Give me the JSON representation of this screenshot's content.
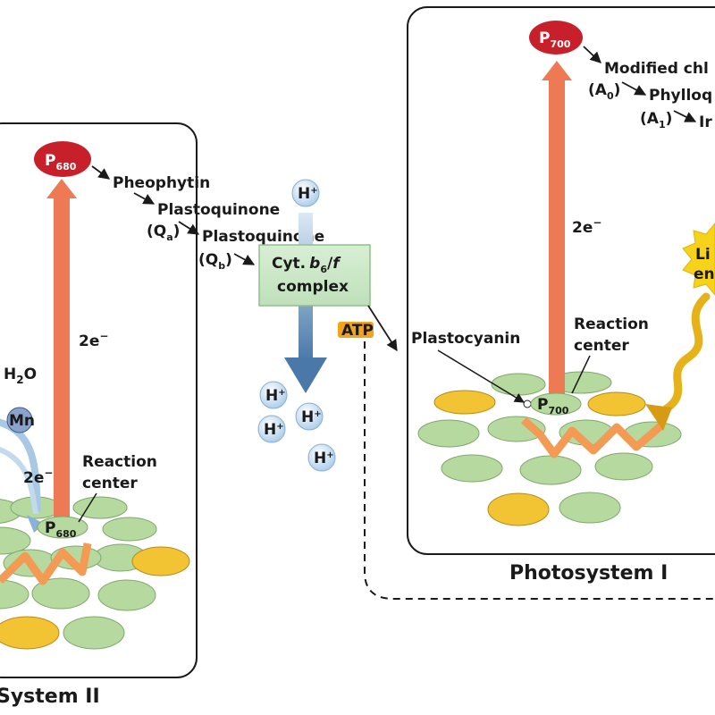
{
  "colors": {
    "p_center": "#c8202a",
    "electron_arrow": "#ee7a55",
    "chlorophyll_green": "#b6d9a0",
    "carotenoid_yellow": "#f2c433",
    "cytb6f_box": "#cde8c8",
    "proton": "#cfe3f5",
    "atp_badge": "#f3a21c",
    "light_burst": "#f6d21a"
  },
  "psii": {
    "p680_main": "P",
    "p680_main_sub": "680",
    "pheophytin": "Pheophytin",
    "plastoquinone_a": "Plastoquinone",
    "qa": "(Q",
    "qa_sub": "a",
    "qa_close": ")",
    "plastoquinone_b": "Plastoquinone",
    "qb": "(Q",
    "qb_sub": "b",
    "qb_close": ")",
    "two_e_main": "2e",
    "two_e_main_sup": "−",
    "water": "H",
    "water_sub": "2",
    "water_o": "O",
    "mn": "Mn",
    "two_e_mn": "2e",
    "two_e_mn_sup": "−",
    "reaction_center_1": "Reaction",
    "reaction_center_2": "center",
    "p680_rc": "P",
    "p680_rc_sub": "680",
    "title": "System II"
  },
  "cytochrome": {
    "line1_a": "Cyt.",
    "line1_b": "b",
    "line1_sub": "6",
    "line1_c": "/",
    "line1_d": "f",
    "line2": "complex",
    "h_top": "H",
    "h_top_sup": "+",
    "protons": [
      {
        "label": "H",
        "sup": "+"
      },
      {
        "label": "H",
        "sup": "+"
      },
      {
        "label": "H",
        "sup": "+"
      },
      {
        "label": "H",
        "sup": "+"
      }
    ]
  },
  "atp": "ATP",
  "psi": {
    "p700_main": "P",
    "p700_main_sub": "700",
    "modified": "Modified chl",
    "a0": "(A",
    "a0_sub": "0",
    "a0_close": ")",
    "phylloquinone": "Phylloq",
    "a1": "(A",
    "a1_sub": "1",
    "a1_close": ")",
    "next": "Ir",
    "two_e": "2e",
    "two_e_sup": "−",
    "plastocyanin": "Plastocyanin",
    "reaction_center_1": "Reaction",
    "reaction_center_2": "center",
    "p700_rc": "P",
    "p700_rc_sub": "700",
    "light_1": "Li",
    "light_2": "en",
    "title": "Photosystem I"
  }
}
